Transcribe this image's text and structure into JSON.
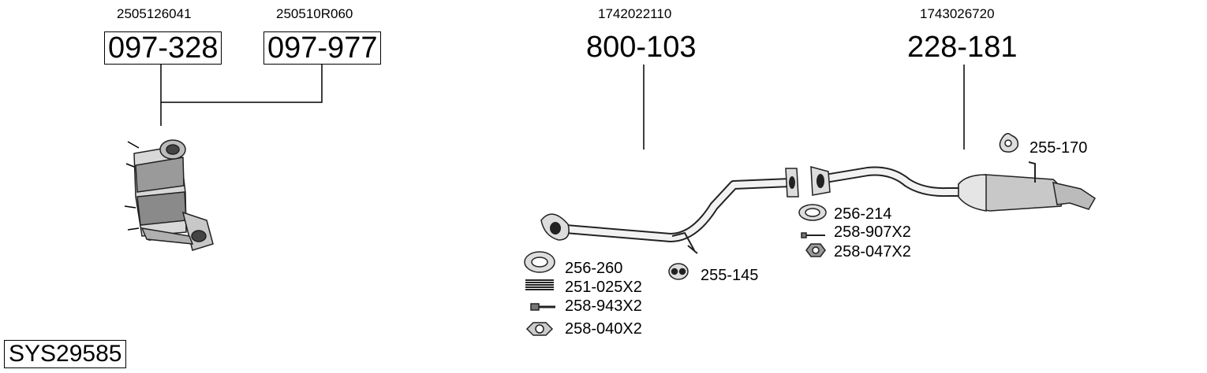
{
  "system_code": "SYS29585",
  "parts": [
    {
      "oem": "2505126041",
      "number": "097-328"
    },
    {
      "oem": "250510R060",
      "number": "097-977"
    },
    {
      "oem": "1742022110",
      "number": "800-103"
    },
    {
      "oem": "1743026720",
      "number": "228-181"
    }
  ],
  "accessories": {
    "front_gasket": "256-260",
    "spring": "251-025X2",
    "bolt_front": "258-943X2",
    "nut_front": "258-040X2",
    "hanger_mid": "255-145",
    "gasket_rear": "256-214",
    "bolt_rear": "258-907X2",
    "nut_rear": "258-047X2",
    "hanger_rear": "255-170"
  }
}
